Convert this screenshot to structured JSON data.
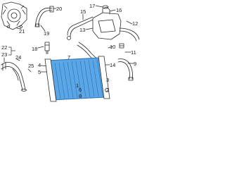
{
  "colors": {
    "line": "#2a2a2a",
    "highlight": "#5aa6e6",
    "highlight_dark": "#2f6fb0",
    "paper": "#ffffff"
  },
  "callouts": [
    {
      "id": "c1",
      "text": "1"
    },
    {
      "id": "c2",
      "text": "2"
    },
    {
      "id": "c3",
      "text": "3"
    },
    {
      "id": "c4",
      "text": "4"
    },
    {
      "id": "c5",
      "text": "5"
    },
    {
      "id": "c6",
      "text": "6"
    },
    {
      "id": "c7",
      "text": "7"
    },
    {
      "id": "c8",
      "text": "8"
    },
    {
      "id": "c9",
      "text": "9"
    },
    {
      "id": "c10",
      "text": "10"
    },
    {
      "id": "c11",
      "text": "11"
    },
    {
      "id": "c12",
      "text": "12"
    },
    {
      "id": "c13",
      "text": "13"
    },
    {
      "id": "c14",
      "text": "14"
    },
    {
      "id": "c15",
      "text": "15"
    },
    {
      "id": "c16",
      "text": "16"
    },
    {
      "id": "c17",
      "text": "17"
    },
    {
      "id": "c18",
      "text": "18"
    },
    {
      "id": "c19",
      "text": "19"
    },
    {
      "id": "c20",
      "text": "20"
    },
    {
      "id": "c21",
      "text": "21"
    },
    {
      "id": "c22",
      "text": "22"
    },
    {
      "id": "c23",
      "text": "23"
    },
    {
      "id": "c24",
      "text": "24"
    },
    {
      "id": "c25",
      "text": "25"
    }
  ]
}
